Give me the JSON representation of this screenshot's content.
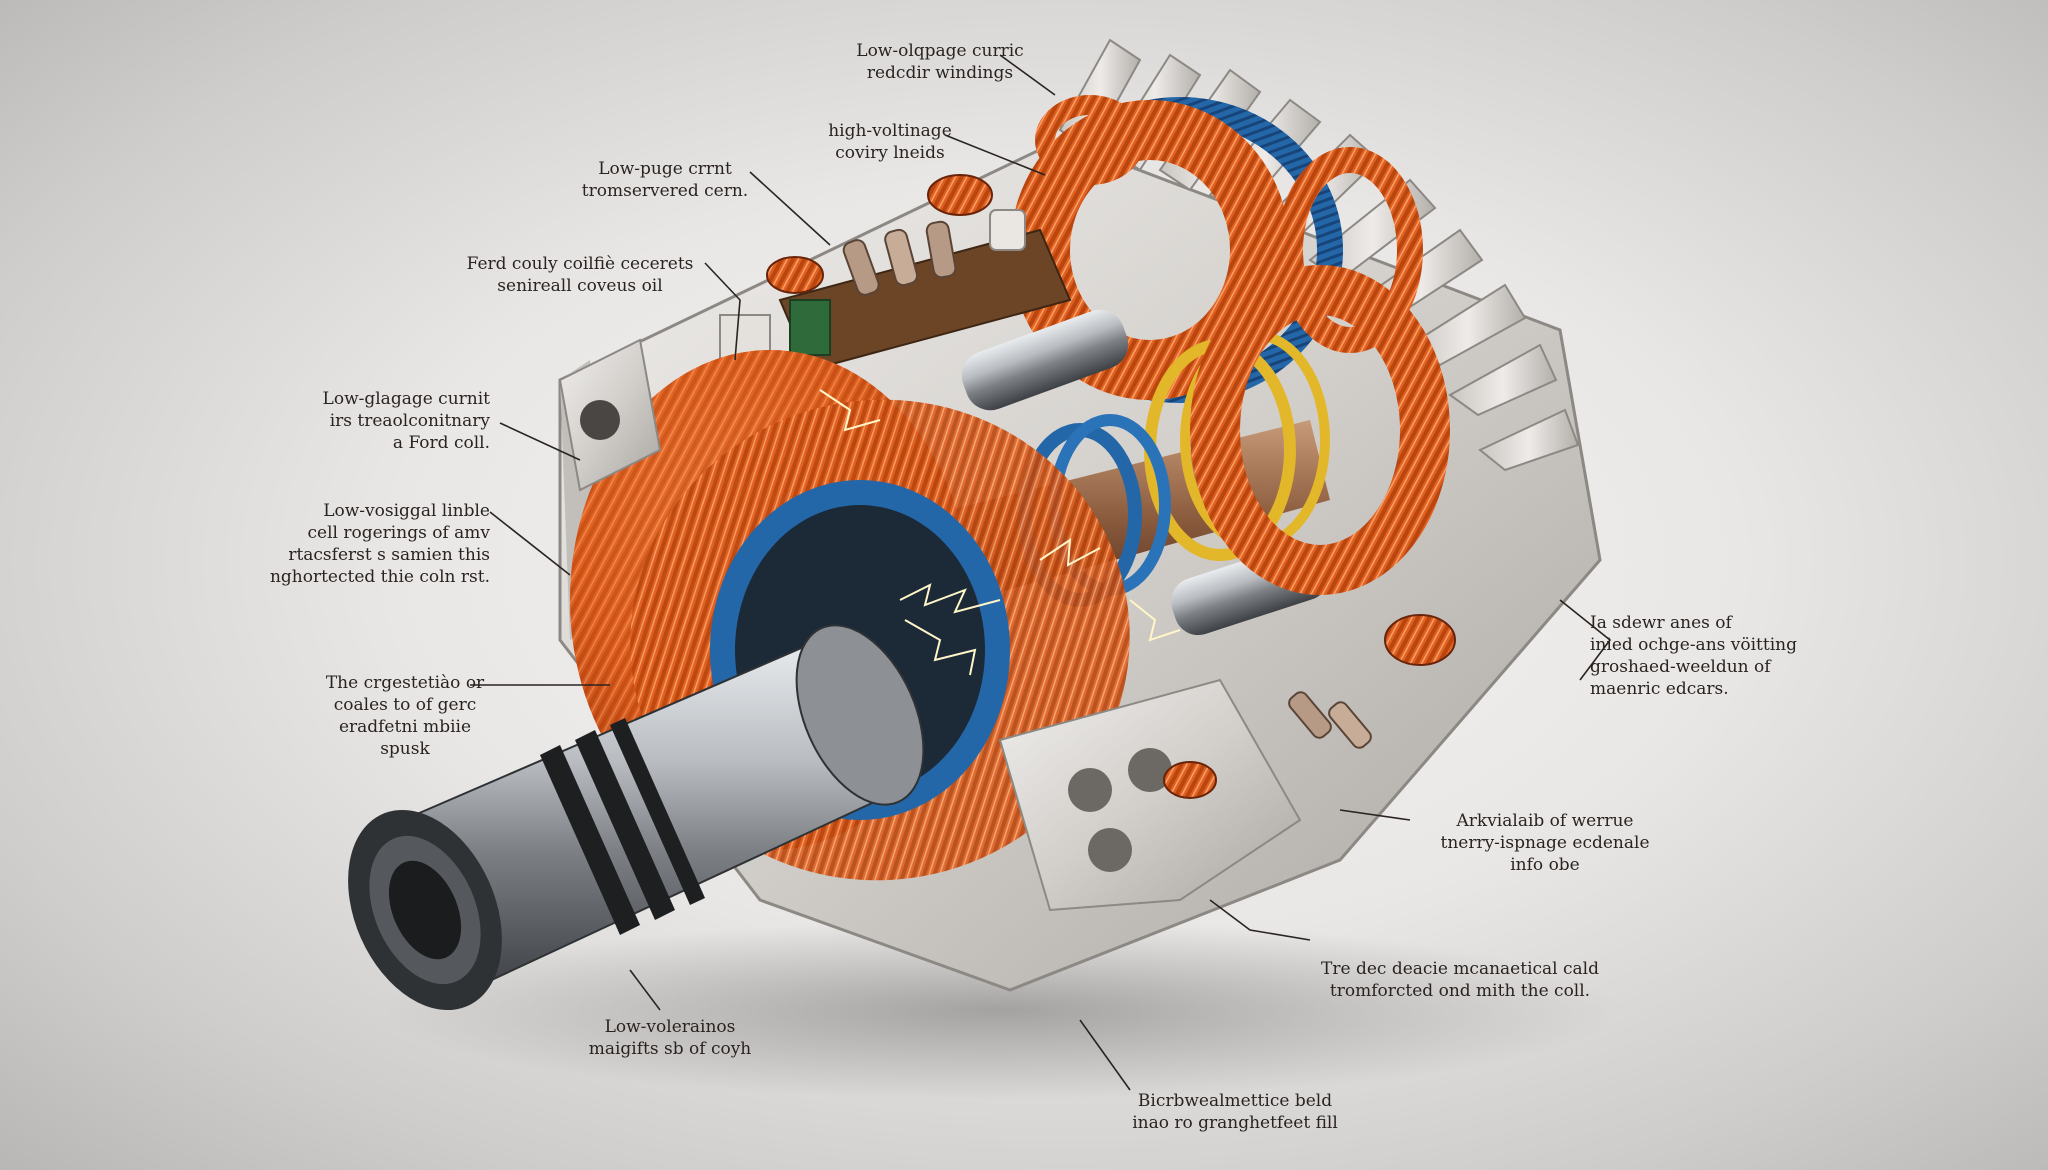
{
  "colors": {
    "copper_orange": "#e0601f",
    "copper_dark": "#8a2c0c",
    "winding_blue": "#2467a8",
    "winding_yellow": "#e3b72a",
    "housing_gray": "#d6d3cf",
    "steel": "#b8bcc0",
    "spark": "#fff6c8"
  },
  "labels": [
    {
      "id": "label-secondary-windings",
      "text": "Low-olqpage curric\nredcdir windings"
    },
    {
      "id": "label-high-voltage-leads",
      "text": "high-voltinage\ncoviry lneids"
    },
    {
      "id": "label-low-gauge-circuit",
      "text": "Low-puge crrnt\ntromservered cern."
    },
    {
      "id": "label-ford-coil-oil",
      "text": "Ferd couly coilfiè cecerets\nsenireall coveus oil"
    },
    {
      "id": "label-ford-coil",
      "text": "Low-glagage curnit\nirs treaolconitnary\na Ford coll."
    },
    {
      "id": "label-signal",
      "text": "Low-vosiggal linble\ncell rogerings of amv\nrtacsferst s samien this\nnghortected thie coln rst."
    },
    {
      "id": "label-spark",
      "text": "The crgestetiào or\ncoales to of gerc\neradfetni mbiie\nspusk"
    },
    {
      "id": "label-low-voltage-bottom",
      "text": "Low-volerainos\nmaigifts sb of coyh"
    },
    {
      "id": "label-sidewall",
      "text": "Ia sdewr anes of\ninied ochge-ans vöitting\ngroshaed-weeldun of\nmaenric edcars."
    },
    {
      "id": "label-arkvitalab",
      "text": "Arkvialaib of werrue\ntnerry-ispnage ecdenale\ninfo obe"
    },
    {
      "id": "label-mechanical-call",
      "text": "Tre dec deacie mcanaetical cald\ntromforcted ond mith the coll."
    },
    {
      "id": "label-magnetic-field",
      "text": "Bicrbwealmettice beld\ninao ro granghetfeet fill"
    }
  ]
}
